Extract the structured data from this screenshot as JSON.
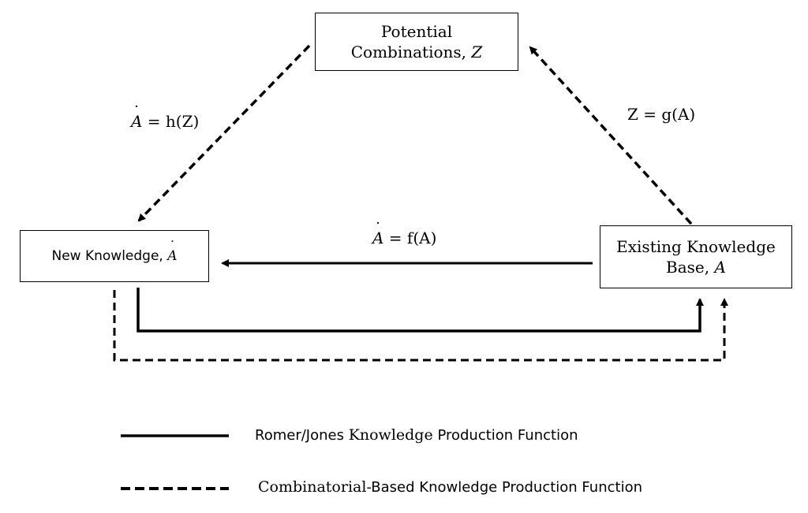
{
  "nodes": {
    "potential": {
      "line1": "Potential",
      "line2_text": "Combinations, ",
      "line2_var": "Z"
    },
    "new_knowledge": {
      "text": "New Knowledge, ",
      "var": "A"
    },
    "existing": {
      "line1": "Existing Knowledge",
      "line2_text": "Base, ",
      "line2_var": "A"
    }
  },
  "edges": {
    "h_of_z": {
      "lhs": "A",
      "rhs": " = h(Z)"
    },
    "g_of_a": {
      "text": "Z = g(A)"
    },
    "f_of_a": {
      "lhs": "A",
      "rhs": " = f(A)"
    }
  },
  "legend": {
    "solid": {
      "part1": "Romer/Jones ",
      "part2": "Knowledge",
      "part3": " Production Function"
    },
    "dashed": {
      "part1": "Combinatorial",
      "part2": "-Based Knowledge Production Function"
    }
  }
}
